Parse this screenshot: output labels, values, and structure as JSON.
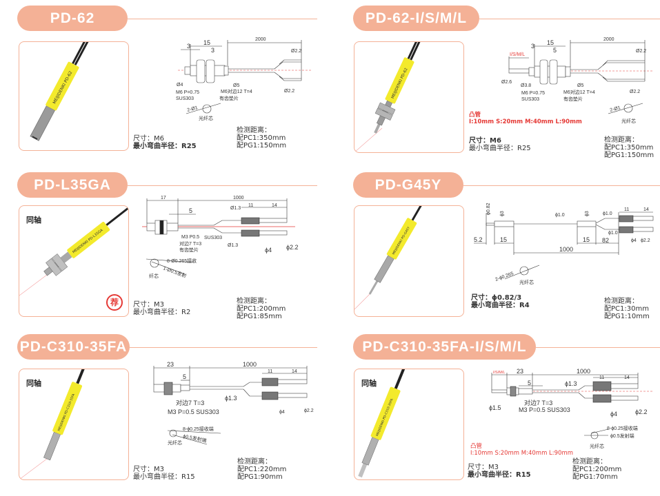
{
  "colors": {
    "accent": "#f4b196",
    "sleeve": "#f3ea2c",
    "red": "#e53935"
  },
  "panels": [
    {
      "title": "PD-62",
      "photo_label": "MEIJIDENKI PD-62",
      "size": "尺寸：M6",
      "bend": "最小弯曲半径：R25",
      "detect_title": "检测距离：",
      "pc1": "配PC1:350mm",
      "pg1": "配PG1:150mm",
      "dims": [
        "2000",
        "15",
        "3",
        "3",
        "Ø2.2",
        "Ø4",
        "Ø5",
        "M6 P=0.75",
        "SUS303",
        "M6对边12 T=4",
        "有齿垫片",
        "Ø2.2",
        "2-Ø1",
        "光纤芯"
      ]
    },
    {
      "title": "PD-62-I/S/M/L",
      "photo_label": "MEIJIDENKI PD-62",
      "tube_title": "凸管",
      "tube_options": "I:10mm  S:20mm  M:40mm  L:90mm",
      "size": "尺寸：M6",
      "bend": "最小弯曲半径：R25",
      "detect_title": "检测距离：",
      "pc1": "配PC1:350mm",
      "pg1": "配PG1:150mm",
      "dims": [
        "2000",
        "15",
        "3",
        "5",
        "I/S/M/L",
        "Ø2.2",
        "Ø2.6",
        "Ø3.8",
        "M6 P=0.75",
        "SUS303",
        "Ø5",
        "M6对边12 T=4",
        "有齿垫片",
        "Ø2.2",
        "2-Ø1",
        "光纤芯"
      ]
    },
    {
      "title": "PD-L35GA",
      "coaxial": "同轴",
      "badge": "荐",
      "photo_label": "MEIJIDENKI PD-L35GA",
      "size": "尺寸：M3",
      "bend": "最小弯曲半径：R2",
      "detect_title": "检测距离：",
      "pc1": "配PC1:200mm",
      "pg1": "配PG1:85mm",
      "dims": [
        "17",
        "1000",
        "5",
        "Ø1.3",
        "11",
        "14",
        "M3 P0.5",
        "SUS303",
        "对边7 T=3",
        "有齿垫片",
        "Ø1.3",
        "ϕ4",
        "ϕ2.2",
        "8-Ø0.265接收",
        "1-Ø0.5发射",
        "纤芯"
      ]
    },
    {
      "title": "PD-G45Y",
      "photo_label": "MEIJIDENKI PD-G45Y",
      "size": "尺寸：ϕ0.82/3",
      "bend": "最小弯曲半径：R4",
      "detect_title": "检测距离：",
      "pc1": "配PC1:30mm",
      "pg1": "配PG1:10mm",
      "dims": [
        "ϕ0.82",
        "ϕ3",
        "ϕ1.0",
        "ϕ3",
        "ϕ1.0",
        "11",
        "14",
        "5.2",
        "15",
        "15",
        "82",
        "ϕ1.0",
        "ϕ4",
        "ϕ2.2",
        "1000",
        "2-ϕ0.265",
        "光纤芯"
      ]
    },
    {
      "title": "PD-C310-35FA",
      "coaxial": "同轴",
      "photo_label": "MEIJIDENKI PD-C310-35FA",
      "size": "尺寸：M3",
      "bend": "最小弯曲半径：R15",
      "detect_title": "检测距离：",
      "pc1": "配PC1:220mm",
      "pg1": "配PG1:90mm",
      "dims": [
        "23",
        "1000",
        "5",
        "11",
        "14",
        "ϕ1.3",
        "对边7 T=3",
        "M3 P=0.5 SUS303",
        "ϕ4",
        "ϕ2.2",
        "8-ϕ0.25接收端",
        "ϕ0.5发射端",
        "光纤芯"
      ]
    },
    {
      "title": "PD-C310-35FA-I/S/M/L",
      "coaxial": "同轴",
      "photo_label": "MEIJIDENKI PD-C310-35FA",
      "tube_title": "凸管",
      "tube_options": "I:10mm  S:20mm  M:40mm  L:90mm",
      "size": "尺寸：M3",
      "bend": "最小弯曲半径：R15",
      "detect_title": "检测距离：",
      "pc1": "配PC1:200mm",
      "pg1": "配PG1:70mm",
      "dims": [
        "I/S/M/L",
        "23",
        "1000",
        "5",
        "ϕ1.3",
        "11",
        "14",
        "ϕ1.5",
        "对边7 T=3",
        "M3 P=0.5 SUS303",
        "ϕ4",
        "ϕ2.2",
        "8-ϕ0.25接收端",
        "ϕ0.5发射端",
        "光纤芯"
      ]
    }
  ]
}
